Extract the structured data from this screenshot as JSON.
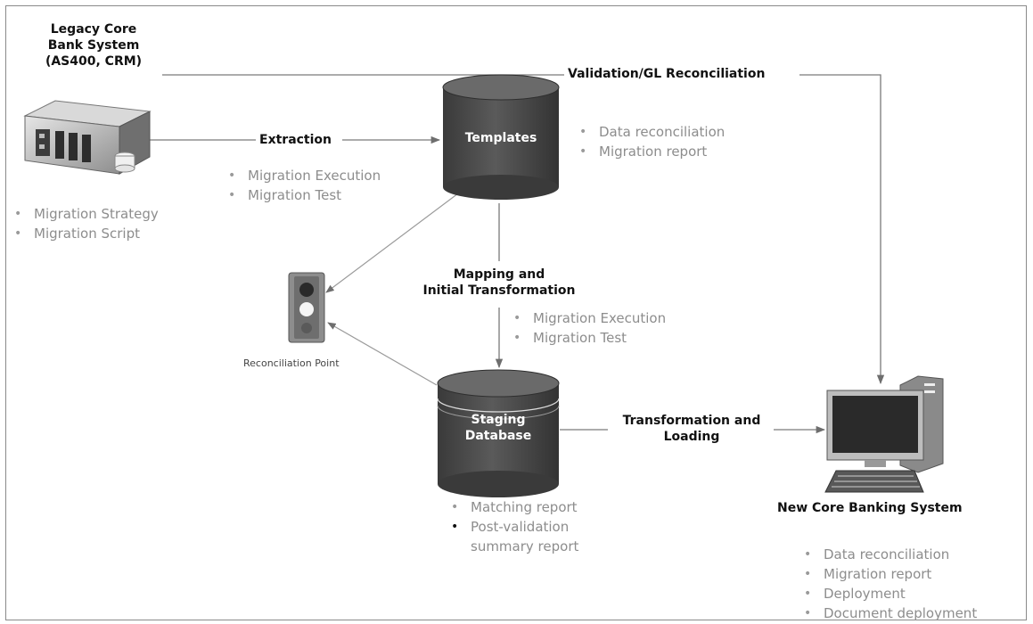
{
  "legacy": {
    "line1": "Legacy Core",
    "line2": "Bank System",
    "line3": "(AS400, CRM)"
  },
  "legacy_bullets": [
    "Migration Strategy",
    "Migration Script"
  ],
  "extraction": {
    "label": "Extraction",
    "bullets": [
      "Migration Execution",
      "Migration Test"
    ]
  },
  "validation_label": "Validation/GL Reconciliation",
  "templates": {
    "label": "Templates",
    "bullets": [
      "Data reconciliation",
      "Migration report"
    ]
  },
  "mapping": {
    "line1": "Mapping and",
    "line2": "Initial Transformation",
    "bullets": [
      "Migration Execution",
      "Migration Test"
    ]
  },
  "reconciliation_point": "Reconciliation Point",
  "staging": {
    "line1": "Staging",
    "line2": "Database",
    "bullets": [
      "Matching report",
      "Post-validation",
      "summary report"
    ]
  },
  "transformation": {
    "line1": "Transformation and",
    "line2": "Loading"
  },
  "new_core": {
    "label": "New Core Banking System",
    "bullets": [
      "Data reconciliation",
      "Migration report",
      "Deployment",
      "Document deployment"
    ]
  },
  "colors": {
    "cylinder": "#4a4a4a",
    "arrow": "#7a7a7a",
    "bullet_text": "#8d8d8d"
  }
}
